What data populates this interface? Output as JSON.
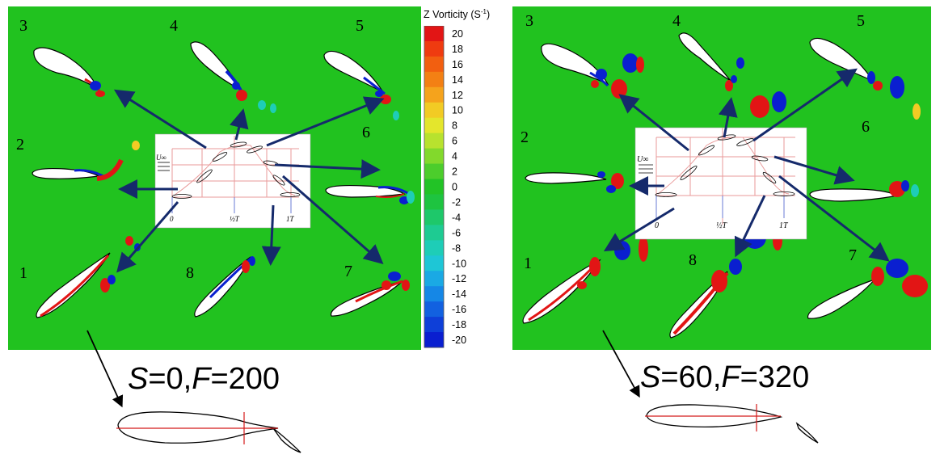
{
  "colorbar": {
    "title": "Z Vorticity (S",
    "title_exp": "-1",
    "title_close": ")",
    "ticks": [
      "20",
      "18",
      "16",
      "14",
      "12",
      "10",
      "8",
      "6",
      "4",
      "2",
      "0",
      "-2",
      "-4",
      "-6",
      "-8",
      "-10",
      "-12",
      "-14",
      "-16",
      "-18",
      "-20"
    ],
    "colors": [
      "#e21515",
      "#ef3b10",
      "#f25f10",
      "#f38014",
      "#f5a31c",
      "#f2cb24",
      "#e4e62c",
      "#b8e22e",
      "#82d92c",
      "#4ccd2c",
      "#22c326",
      "#1ec440",
      "#1ec86a",
      "#1ecb92",
      "#1ecdb7",
      "#1ec6d6",
      "#1aa9e4",
      "#1587e6",
      "#1261e0",
      "#0e3fd8",
      "#0a1fd0"
    ]
  },
  "panels": [
    {
      "stage_labels": [
        "1",
        "2",
        "3",
        "4",
        "5",
        "6",
        "7",
        "8"
      ],
      "inset": {
        "u_label": "U∞",
        "tick_0": "0",
        "tick_half": "½T",
        "tick_1": "1T"
      },
      "params": {
        "s_sym": "S",
        "s_val": "=0,",
        "f_sym": "F",
        "f_val": "=200"
      }
    },
    {
      "stage_labels": [
        "1",
        "2",
        "3",
        "4",
        "5",
        "6",
        "7",
        "8"
      ],
      "inset": {
        "u_label": "U∞",
        "tick_0": "0",
        "tick_half": "½T",
        "tick_1": "1T"
      },
      "params": {
        "s_sym": "S",
        "s_val": "=60,",
        "f_sym": "F",
        "f_val": "=320"
      }
    }
  ],
  "colors": {
    "field": "#21c21f",
    "arrow": "#152a6b",
    "pos_vort": "#e21515",
    "neg_vort": "#0a1fd0",
    "grid": "#e99a9a"
  }
}
